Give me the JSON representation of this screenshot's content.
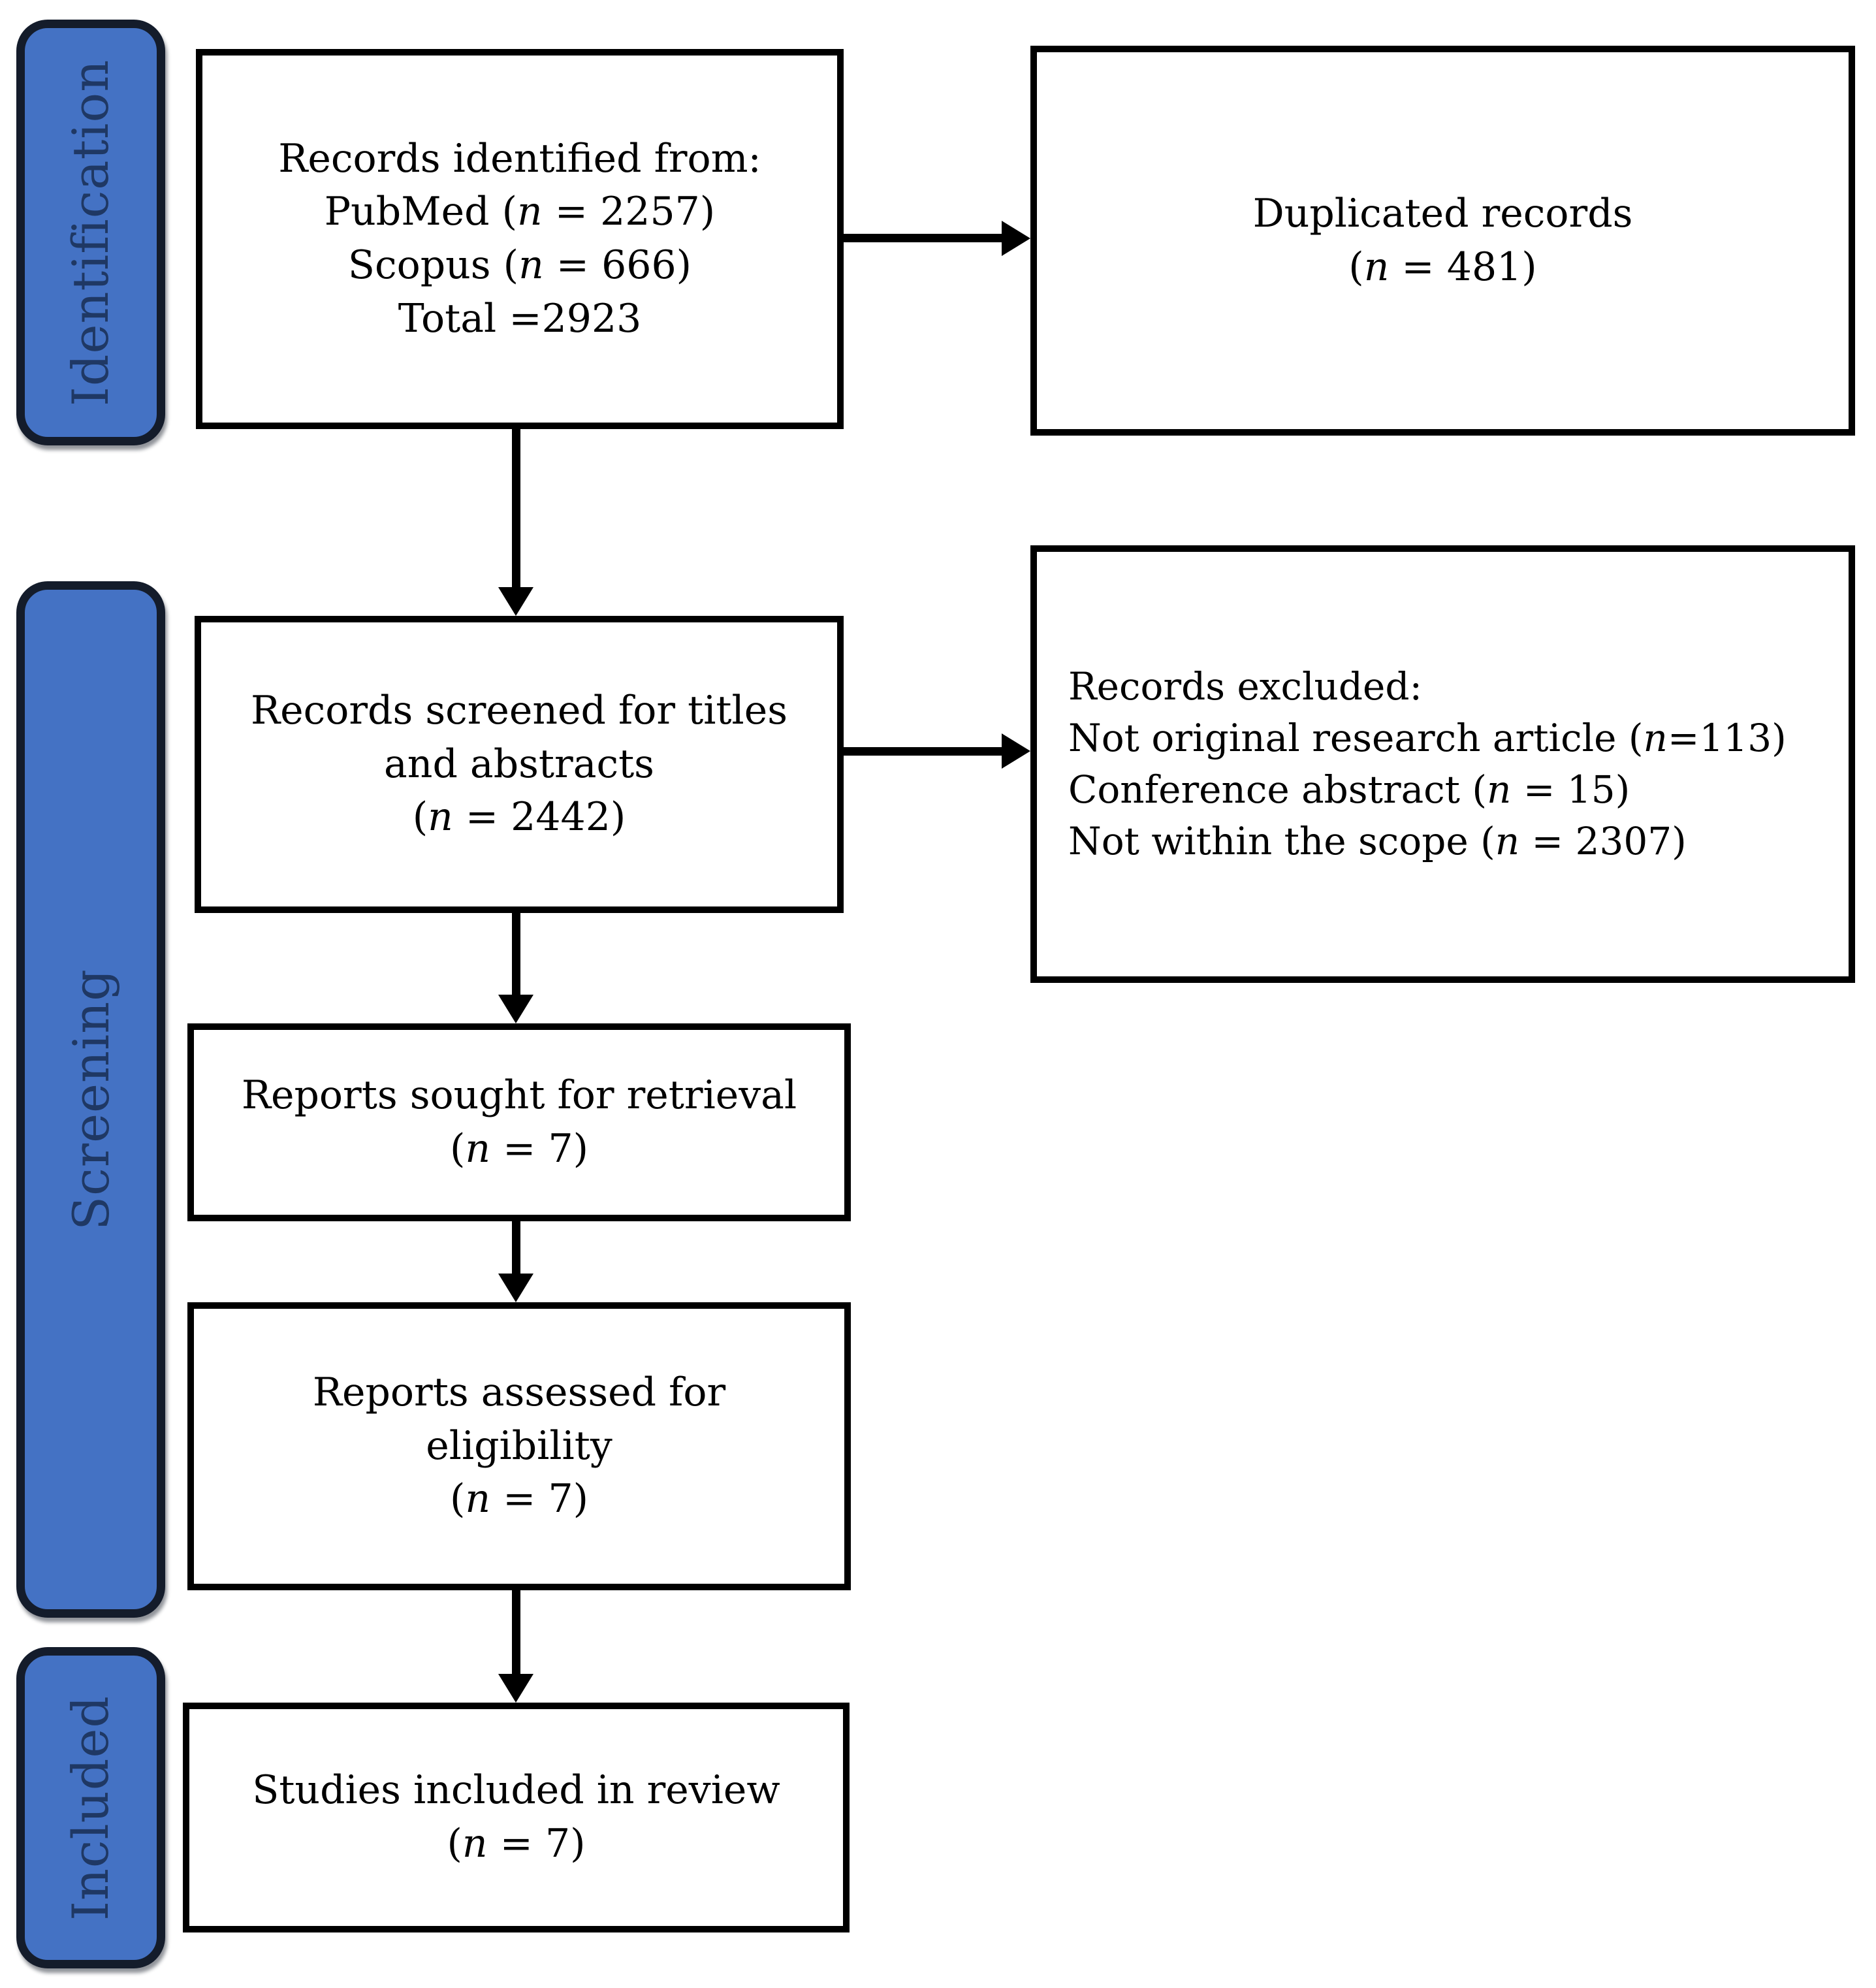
{
  "labels": {
    "identification": "Identification",
    "screening": "Screening",
    "included": "Included"
  },
  "boxes": {
    "identified": {
      "lines": [
        "Records identified from:",
        "PubMed (n = 2257)",
        "Scopus (n = 666)",
        "Total =2923"
      ]
    },
    "duplicated": {
      "lines": [
        "Duplicated records",
        "(n = 481)"
      ]
    },
    "screened": {
      "lines": [
        "Records screened for titles",
        "and abstracts",
        "(n = 2442)"
      ]
    },
    "excluded": {
      "lines": [
        "Records excluded:",
        "Not original research article (n=113)",
        "Conference abstract (n = 15)",
        "Not within the scope (n = 2307)"
      ]
    },
    "sought": {
      "lines": [
        "Reports sought for retrieval",
        "(n = 7)"
      ]
    },
    "assessed": {
      "lines": [
        "Reports assessed for",
        "eligibility",
        "(n = 7)"
      ]
    },
    "included_review": {
      "lines": [
        "Studies included in review",
        "(n = 7)"
      ]
    }
  },
  "colors": {
    "stage_fill": "#4472C4",
    "stage_border": "#141C2B",
    "stage_text": "#1F3864",
    "box_bg": "#FFFFFF",
    "box_border": "#000000",
    "arrow": "#000000"
  }
}
